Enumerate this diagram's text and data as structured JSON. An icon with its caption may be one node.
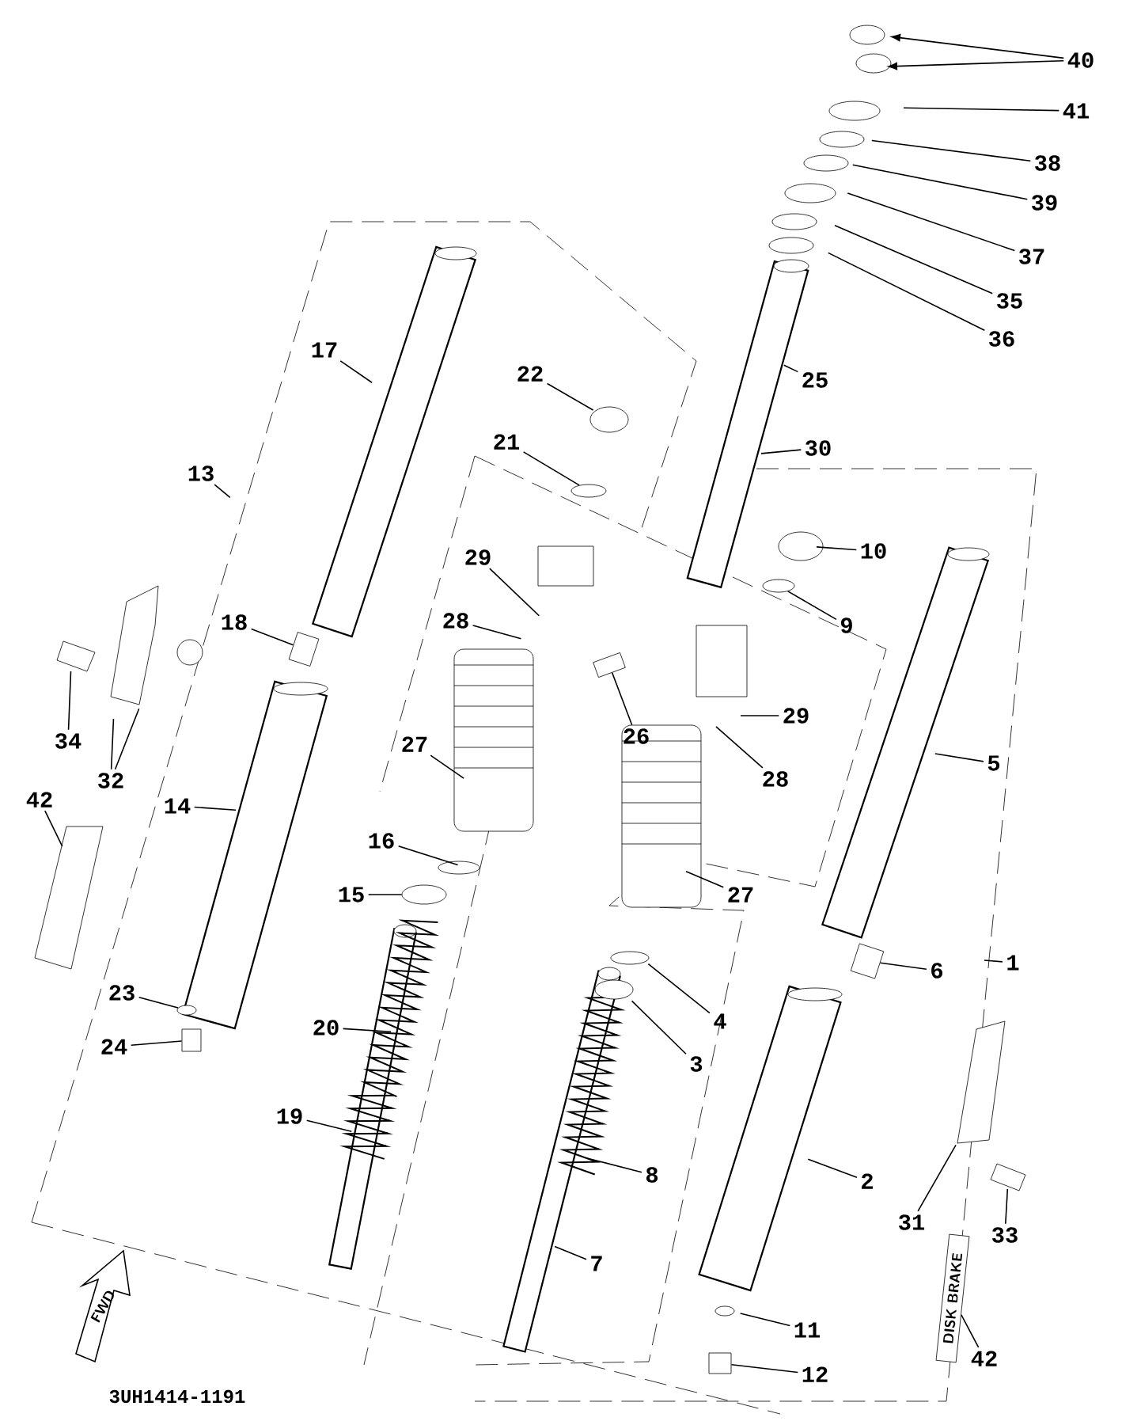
{
  "diagram": {
    "nodes": [
      {
        "text": [
          "40"
        ]
      },
      {
        "text": [
          "41"
        ]
      },
      {
        "text": [
          "38"
        ]
      },
      {
        "text": [
          "39"
        ]
      },
      {
        "text": [
          "37"
        ]
      },
      {
        "text": [
          "35"
        ]
      },
      {
        "text": [
          "36"
        ]
      },
      {
        "text": [
          "17"
        ]
      },
      {
        "text": [
          "25"
        ]
      },
      {
        "text": [
          "22"
        ]
      },
      {
        "text": [
          "21"
        ]
      },
      {
        "text": [
          "30"
        ]
      },
      {
        "text": [
          "13"
        ]
      },
      {
        "text": [
          "10"
        ]
      },
      {
        "text": [
          "29"
        ]
      },
      {
        "text": [
          "28"
        ]
      },
      {
        "text": [
          "18"
        ]
      },
      {
        "text": [
          "9"
        ]
      },
      {
        "text": [
          "34"
        ]
      },
      {
        "text": [
          "26"
        ]
      },
      {
        "text": [
          "29"
        ]
      },
      {
        "text": [
          "27"
        ]
      },
      {
        "text": [
          "5"
        ]
      },
      {
        "text": [
          "28"
        ]
      },
      {
        "text": [
          "32"
        ]
      },
      {
        "text": [
          "42"
        ]
      },
      {
        "text": [
          "14"
        ]
      },
      {
        "text": [
          "16"
        ]
      },
      {
        "text": [
          "15"
        ]
      },
      {
        "text": [
          "27"
        ]
      },
      {
        "text": [
          "1"
        ]
      },
      {
        "text": [
          "6"
        ]
      },
      {
        "text": [
          "4"
        ]
      },
      {
        "text": [
          "20"
        ]
      },
      {
        "text": [
          "23"
        ]
      },
      {
        "text": [
          "24"
        ]
      },
      {
        "text": [
          "3"
        ]
      },
      {
        "text": [
          "19"
        ]
      },
      {
        "text": [
          "8"
        ]
      },
      {
        "text": [
          "2"
        ]
      },
      {
        "text": [
          "31"
        ]
      },
      {
        "text": [
          "33"
        ]
      },
      {
        "text": [
          "7"
        ]
      },
      {
        "text": [
          "11"
        ]
      },
      {
        "text": [
          "42"
        ]
      },
      {
        "text": [
          "12"
        ]
      },
      {
        "text": [
          "DISK BRAKE"
        ]
      },
      {
        "text": [],
        "shape": "circle"
      },
      {
        "text": [],
        "shape": "box"
      },
      {
        "text": [],
        "shape": "circle"
      },
      {
        "text": [],
        "shape": "box"
      },
      {
        "text": [],
        "shape": "circle"
      },
      {
        "text": [],
        "shape": "box"
      },
      {
        "text": [],
        "shape": "circle"
      },
      {
        "text": [],
        "shape": "box"
      },
      {
        "text": [],
        "shape": "box"
      }
    ],
    "edges": [
      {
        "from": 0,
        "to": null,
        "arrow": "to"
      },
      {
        "from": 0,
        "to": null,
        "arrow": "to"
      },
      {
        "from": 1,
        "to": null,
        "arrow": "none"
      },
      {
        "from": 2,
        "to": null,
        "arrow": "none"
      },
      {
        "from": 3,
        "to": null,
        "arrow": "none"
      },
      {
        "from": 4,
        "to": null,
        "arrow": "none"
      },
      {
        "from": 5,
        "to": null,
        "arrow": "none"
      },
      {
        "from": 6,
        "to": null,
        "arrow": "none"
      },
      {
        "from": 7,
        "to": null,
        "arrow": "none"
      },
      {
        "from": 8,
        "to": null,
        "arrow": "none"
      },
      {
        "from": 9,
        "to": null,
        "arrow": "none"
      },
      {
        "from": 10,
        "to": 47,
        "arrow": "none"
      },
      {
        "from": 11,
        "to": null,
        "arrow": "none"
      },
      {
        "from": 12,
        "to": null,
        "arrow": "none"
      },
      {
        "from": 13,
        "to": null,
        "arrow": "none"
      },
      {
        "from": 14,
        "to": null,
        "arrow": "none"
      },
      {
        "from": 15,
        "to": null,
        "arrow": "none"
      },
      {
        "from": 16,
        "to": 48,
        "arrow": "none"
      },
      {
        "from": 17,
        "to": 49,
        "arrow": "none"
      },
      {
        "from": 18,
        "to": null,
        "arrow": "none"
      },
      {
        "from": 19,
        "to": 50,
        "arrow": "none"
      },
      {
        "from": 20,
        "to": null,
        "arrow": "none"
      },
      {
        "from": 21,
        "to": null,
        "arrow": "none"
      },
      {
        "from": 22,
        "to": null,
        "arrow": "none"
      },
      {
        "from": 23,
        "to": null,
        "arrow": "none"
      },
      {
        "from": 24,
        "to": null,
        "arrow": "none"
      },
      {
        "from": 24,
        "to": null,
        "arrow": "none"
      },
      {
        "from": 25,
        "to": null,
        "arrow": "none"
      },
      {
        "from": 26,
        "to": null,
        "arrow": "none"
      },
      {
        "from": 27,
        "to": null,
        "arrow": "none"
      },
      {
        "from": 28,
        "to": 51,
        "arrow": "none"
      },
      {
        "from": 29,
        "to": null,
        "arrow": "none"
      },
      {
        "from": 30,
        "to": null,
        "arrow": "none"
      },
      {
        "from": 31,
        "to": 52,
        "arrow": "none"
      },
      {
        "from": 32,
        "to": null,
        "arrow": "none"
      },
      {
        "from": 33,
        "to": null,
        "arrow": "none"
      },
      {
        "from": 34,
        "to": 53,
        "arrow": "none"
      },
      {
        "from": 35,
        "to": 54,
        "arrow": "none"
      },
      {
        "from": 36,
        "to": null,
        "arrow": "none"
      },
      {
        "from": 37,
        "to": null,
        "arrow": "none"
      },
      {
        "from": 38,
        "to": null,
        "arrow": "none"
      },
      {
        "from": 39,
        "to": null,
        "arrow": "none"
      },
      {
        "from": 40,
        "to": null,
        "arrow": "none"
      },
      {
        "from": 41,
        "to": null,
        "arrow": "none"
      },
      {
        "from": 42,
        "to": null,
        "arrow": "none"
      },
      {
        "from": 43,
        "to": null,
        "arrow": "none"
      },
      {
        "from": 44,
        "to": 46,
        "arrow": "none"
      },
      {
        "from": 45,
        "to": 55,
        "arrow": "none"
      }
    ],
    "labels": [
      "FWD",
      "3UH1414-1191"
    ]
  }
}
